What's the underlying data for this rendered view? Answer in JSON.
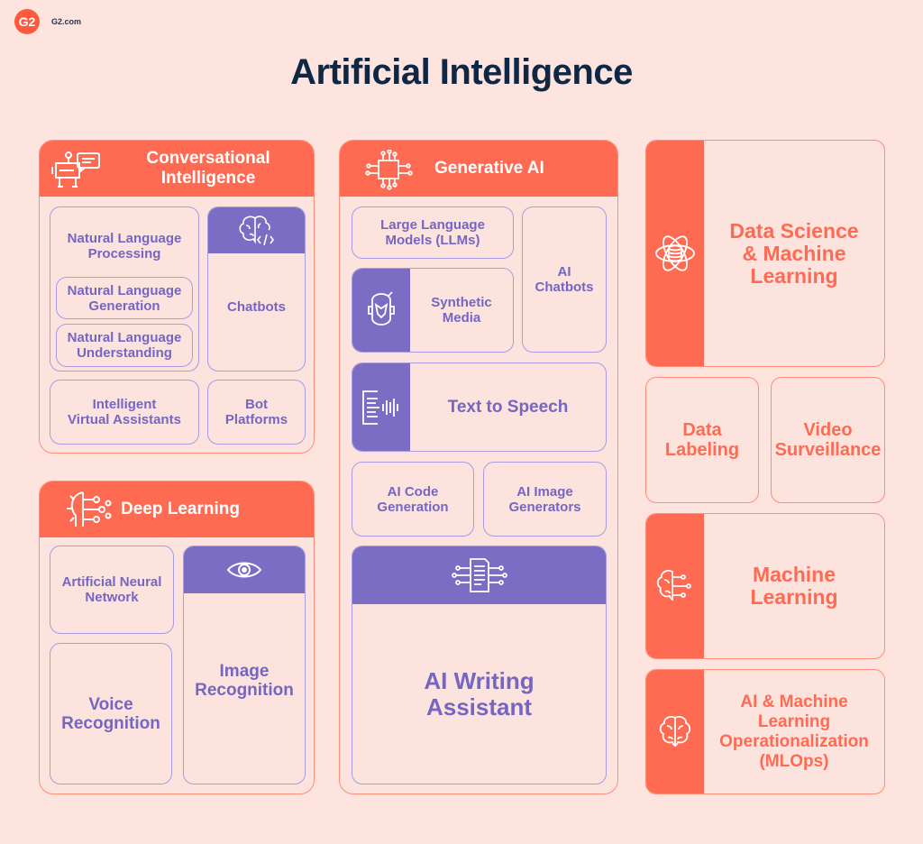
{
  "brand": {
    "logo": "G2",
    "site": "G2.com"
  },
  "title": "Artificial Intelligence",
  "colors": {
    "background": "#fde4df",
    "coral": "#ff6b52",
    "purple": "#7b6cc4",
    "navy": "#0e2745"
  },
  "conversational": {
    "title": "Conversational\nIntelligence",
    "icon": "robot-chat-icon",
    "nlp": "Natural Language\nProcessing",
    "nlg": "Natural Language\nGeneration",
    "nlu": "Natural Language\nUnderstanding",
    "chatbots": "Chatbots",
    "chatbots_icon": "brain-code-icon",
    "iva": "Intelligent\nVirtual Assistants",
    "bot_platforms": "Bot\nPlatforms"
  },
  "deep_learning": {
    "title": "Deep Learning",
    "icon": "neural-head-icon",
    "ann": "Artificial Neural\nNetwork",
    "voice": "Voice\nRecognition",
    "image": "Image\nRecognition",
    "image_icon": "eye-icon"
  },
  "generative": {
    "title": "Generative AI",
    "icon": "chip-icon",
    "llms": "Large Language\nModels (LLMs)",
    "ai_chatbots": "AI\nChatbots",
    "synthetic_media": "Synthetic\nMedia",
    "synthetic_icon": "face-mask-icon",
    "tts": "Text to Speech",
    "tts_icon": "document-sound-icon",
    "code_gen": "AI Code\nGeneration",
    "image_gen": "AI Image\nGenerators",
    "writing": "AI Writing\nAssistant",
    "writing_icon": "document-circuit-icon"
  },
  "right": {
    "dsml": "Data Science\n& Machine\nLearning",
    "dsml_icon": "atom-database-icon",
    "data_labeling": "Data\nLabeling",
    "video": "Video\nSurveillance",
    "ml": "Machine\nLearning",
    "ml_icon": "brain-circuit-icon",
    "mlops": "AI & Machine\nLearning\nOperationalization\n(MLOps)",
    "mlops_icon": "brain-icon"
  }
}
